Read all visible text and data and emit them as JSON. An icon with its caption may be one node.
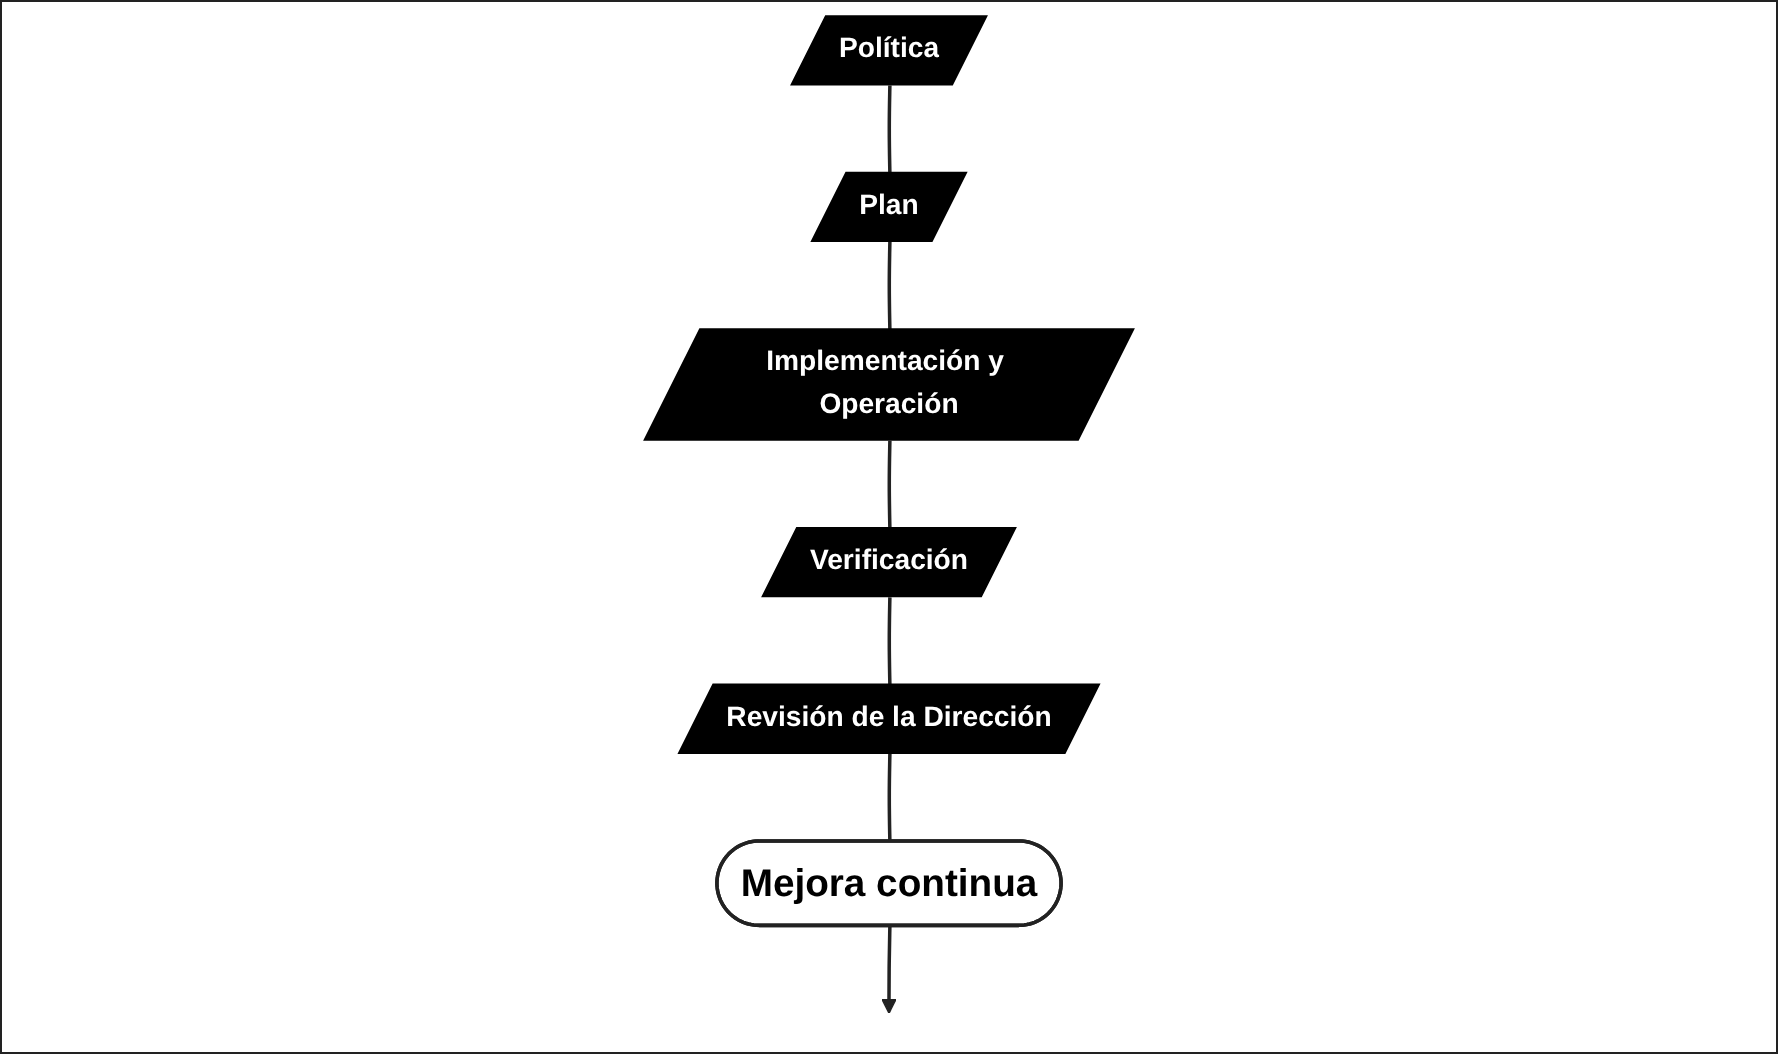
{
  "diagram": {
    "nodes": [
      {
        "text": [
          "Mejora continua"
        ]
      },
      {
        "text": [
          "Revisión de la Dirección"
        ]
      },
      {
        "text": [
          "Política"
        ]
      },
      {
        "text": [
          "Verificación"
        ]
      },
      {
        "text": [
          "Plan"
        ]
      },
      {
        "text": [
          "Implementación y Operación"
        ]
      }
    ],
    "edges": [
      {
        "from": 2,
        "to": 4,
        "arrow": "none"
      },
      {
        "from": 4,
        "to": 5,
        "arrow": "none"
      },
      {
        "from": 5,
        "to": 3,
        "arrow": "none"
      },
      {
        "from": 3,
        "to": 1,
        "arrow": "none"
      },
      {
        "from": 1,
        "to": 0,
        "arrow": "none"
      },
      {
        "from": 0,
        "to": null,
        "arrow": "to"
      }
    ]
  }
}
